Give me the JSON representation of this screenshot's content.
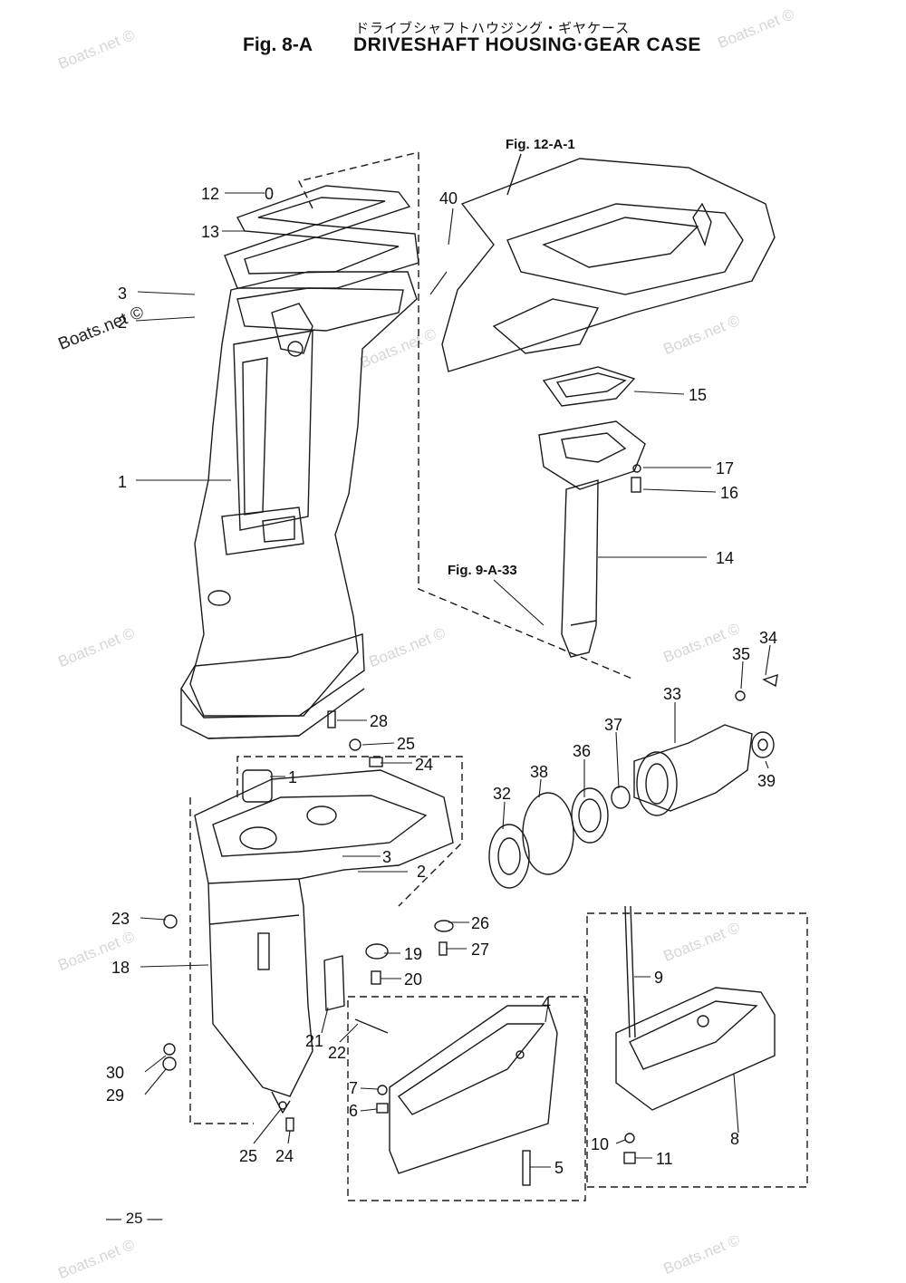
{
  "header": {
    "japanese_title": "ドライブシャフトハウジング・ギヤケース",
    "figure": "Fig. 8-A",
    "title": "DRIVESHAFT HOUSING·GEAR CASE"
  },
  "watermarks": [
    "Boats.net ©",
    "Boats.net ©",
    "Boats.net ©",
    "Boats.net ©",
    "Boats.net ©",
    "Boats.net ©",
    "Boats.net ©",
    "Boats.net ©",
    "Boats.net ©",
    "Boats.net ©",
    "Boats.net ©",
    "Boats.net ©"
  ],
  "references": {
    "fig12": "Fig. 12-A-1",
    "fig9": "Fig. 9-A-33"
  },
  "callouts": {
    "c1a": "1",
    "c2a": "2",
    "c3a": "3",
    "c12": "12",
    "c12b": "0",
    "c13": "13",
    "c40": "40",
    "c15": "15",
    "c17": "17",
    "c16": "16",
    "c14": "14",
    "c34": "34",
    "c35": "35",
    "c33": "33",
    "c37": "37",
    "c36": "36",
    "c38": "38",
    "c32": "32",
    "c39": "39",
    "c28": "28",
    "c25a": "25",
    "c24a": "24",
    "c1b": "1",
    "c3b": "3",
    "c2b": "2",
    "c26": "26",
    "c27": "27",
    "c19": "19",
    "c20": "20",
    "c23": "23",
    "c18": "18",
    "c21": "21",
    "c22": "22",
    "c30": "30",
    "c29": "29",
    "c25b": "25",
    "c24b": "24",
    "c4": "4",
    "c7": "7",
    "c6": "6",
    "c5": "5",
    "c9": "9",
    "c8": "8",
    "c10": "10",
    "c11": "11"
  },
  "footer": {
    "page_number": "— 25 —"
  }
}
